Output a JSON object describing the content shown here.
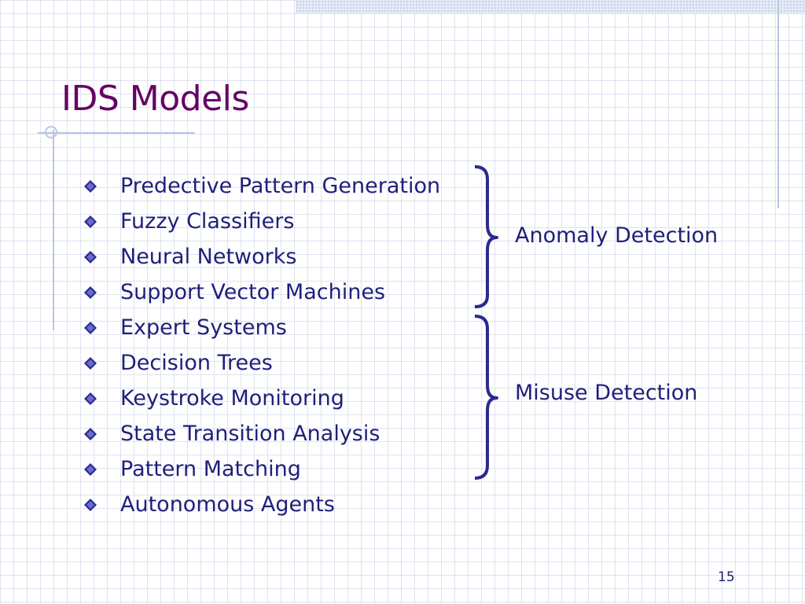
{
  "slide": {
    "title": "IDS Models",
    "page_number": "15",
    "accent_title_color": "#660066",
    "text_color": "#1f1f7a",
    "bullets": [
      "Predective Pattern Generation",
      "Fuzzy Classifiers",
      "Neural Networks",
      "Support Vector Machines",
      "Expert Systems",
      "Decision Trees",
      "Keystroke Monitoring",
      "State Transition Analysis",
      "Pattern Matching",
      "Autonomous Agents"
    ],
    "groups": {
      "anomaly": "Anomaly Detection",
      "misuse": "Misuse Detection"
    }
  }
}
